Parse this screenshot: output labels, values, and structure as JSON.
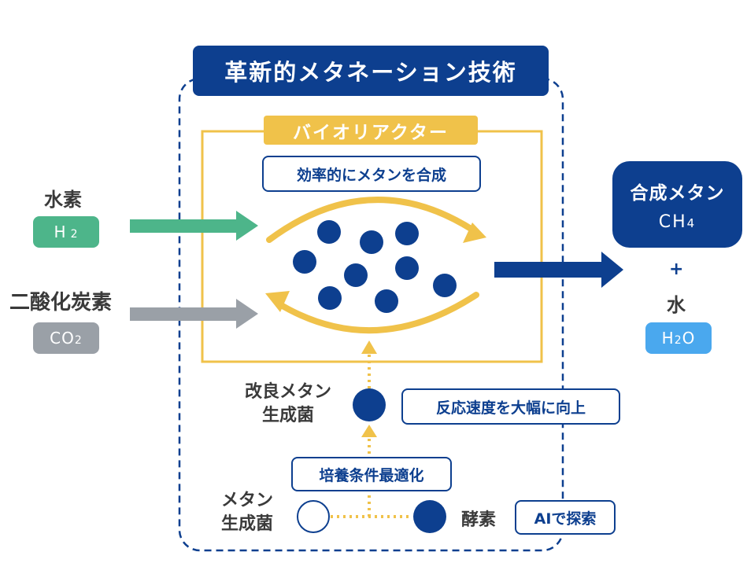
{
  "title": "革新的メタネーション技術",
  "reactor": {
    "label": "バイオリアクター",
    "caption": "効率的にメタンを合成"
  },
  "inputs": {
    "hydrogen": {
      "name": "水素",
      "formula_main": "H",
      "formula_sub": "2",
      "color": "#4db58a"
    },
    "co2": {
      "name": "二酸化炭素",
      "formula_main": "CO",
      "formula_sub": "2",
      "color": "#9aa0a7"
    }
  },
  "products": {
    "methane": {
      "name": "合成メタン",
      "formula_main": "CH",
      "formula_sub": "4"
    },
    "plus": "+",
    "water": {
      "name": "水",
      "formula_pre": "H",
      "formula_sub": "2",
      "formula_post": "O",
      "color": "#4aa8ee"
    }
  },
  "microbes": {
    "improved": {
      "line1": "改良メタン",
      "line2": "生成菌"
    },
    "improved_caption": "反応速度を大幅に向上",
    "culture_caption": "培養条件最適化",
    "methanogen": {
      "line1": "メタン",
      "line2": "生成菌"
    },
    "enzyme": "酵素",
    "ai_caption": "AIで探索"
  },
  "colors": {
    "navy": "#0d3f8f",
    "gold": "#f0c24a",
    "green": "#4db58a",
    "gray": "#9aa0a7",
    "light_blue": "#4aa8ee"
  }
}
